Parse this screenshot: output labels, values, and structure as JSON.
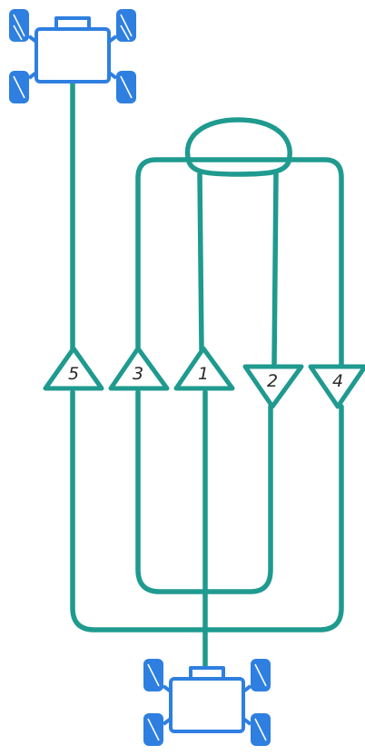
{
  "colors": {
    "track": "#1f9a8f",
    "robot": "#2e7fe0"
  },
  "robots": [
    {
      "name": "robot-top",
      "icon": "robot-car-icon"
    },
    {
      "name": "robot-bottom",
      "icon": "robot-car-icon"
    }
  ],
  "nodes": [
    {
      "label": "5",
      "direction": "up"
    },
    {
      "label": "3",
      "direction": "up"
    },
    {
      "label": "1",
      "direction": "up"
    },
    {
      "label": "2",
      "direction": "down"
    },
    {
      "label": "4",
      "direction": "down"
    }
  ]
}
